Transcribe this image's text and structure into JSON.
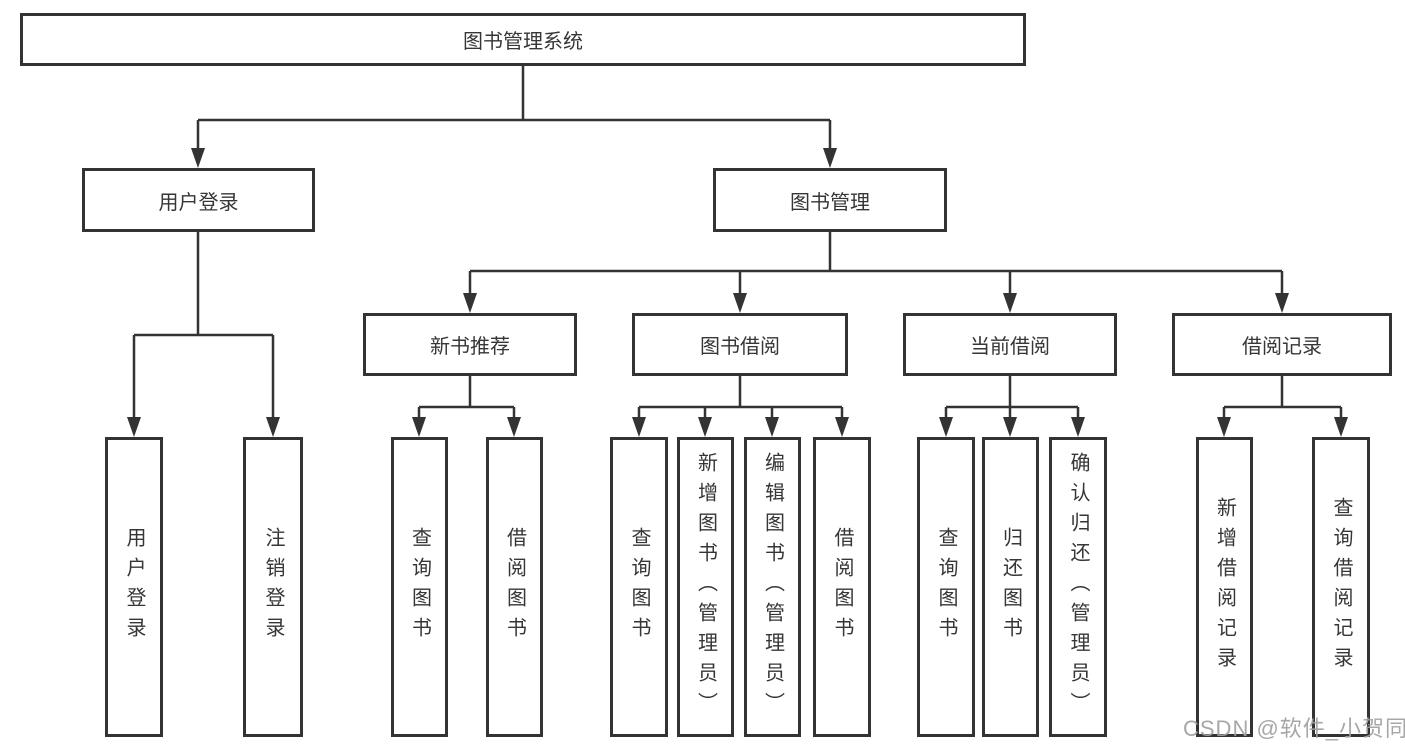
{
  "colors": {
    "line": "#333333",
    "box_border": "#333333",
    "text": "#363636",
    "watermark": "#a0a0a0",
    "background": "#ffffff"
  },
  "diagram": {
    "root": {
      "label": "图书管理系统"
    },
    "level1": {
      "user_login": {
        "label": "用户登录"
      },
      "book_mgmt": {
        "label": "图书管理"
      }
    },
    "level2": {
      "new_books": {
        "label": "新书推荐"
      },
      "book_borrow": {
        "label": "图书借阅"
      },
      "current_borrow": {
        "label": "当前借阅"
      },
      "borrow_records": {
        "label": "借阅记录"
      }
    },
    "leaves": {
      "ul_login": {
        "label": "用户登录"
      },
      "ul_logout": {
        "label": "注销登录"
      },
      "nb_query": {
        "label": "查询图书"
      },
      "nb_borrow": {
        "label": "借阅图书"
      },
      "bb_query": {
        "label": "查询图书"
      },
      "bb_add": {
        "label": "新增图书（管理员）"
      },
      "bb_edit": {
        "label": "编辑图书（管理员）"
      },
      "bb_borrow": {
        "label": "借阅图书"
      },
      "cb_query": {
        "label": "查询图书"
      },
      "cb_return": {
        "label": "归还图书"
      },
      "cb_confirm": {
        "label": "确认归还（管理员）"
      },
      "br_add": {
        "label": "新增借阅记录"
      },
      "br_query": {
        "label": "查询借阅记录"
      }
    }
  },
  "watermark": {
    "text": "CSDN @软件_小贺同学"
  }
}
